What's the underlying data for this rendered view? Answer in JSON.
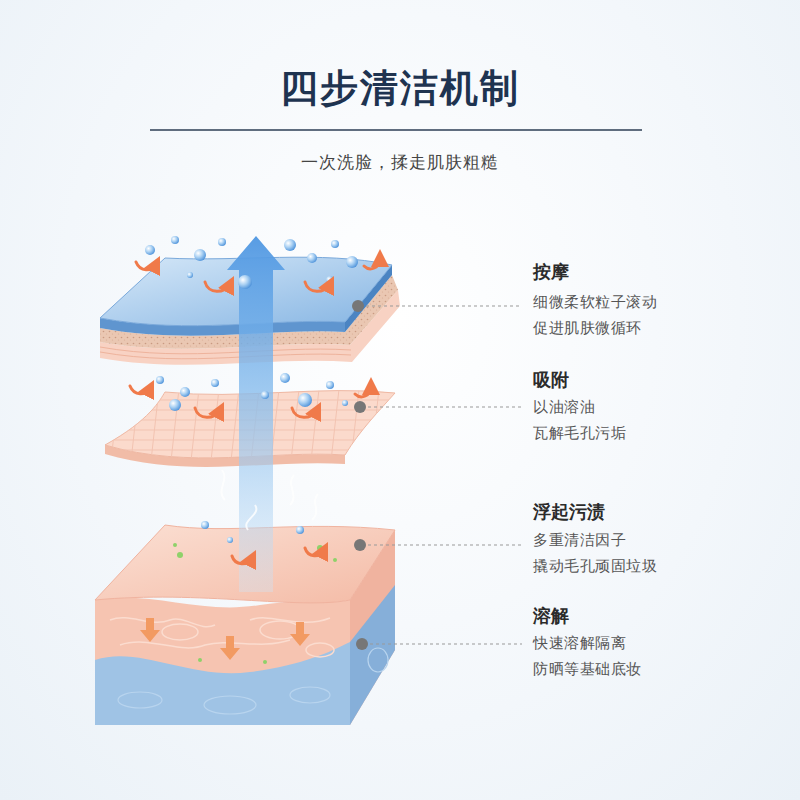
{
  "diagram": {
    "title": "四步清洁机制",
    "caption": "一次洗脸，揉走肌肤粗糙",
    "labels": [
      "按摩",
      "细微柔软粒子滚动 促进肌肤微循环",
      "吸附",
      "以油溶油 瓦解毛孔污垢",
      "浮起污渍",
      "多重清洁因子 撬动毛孔顽固垃圾",
      "溶解",
      "快速溶解隔离 防晒等基础底妆"
    ]
  }
}
